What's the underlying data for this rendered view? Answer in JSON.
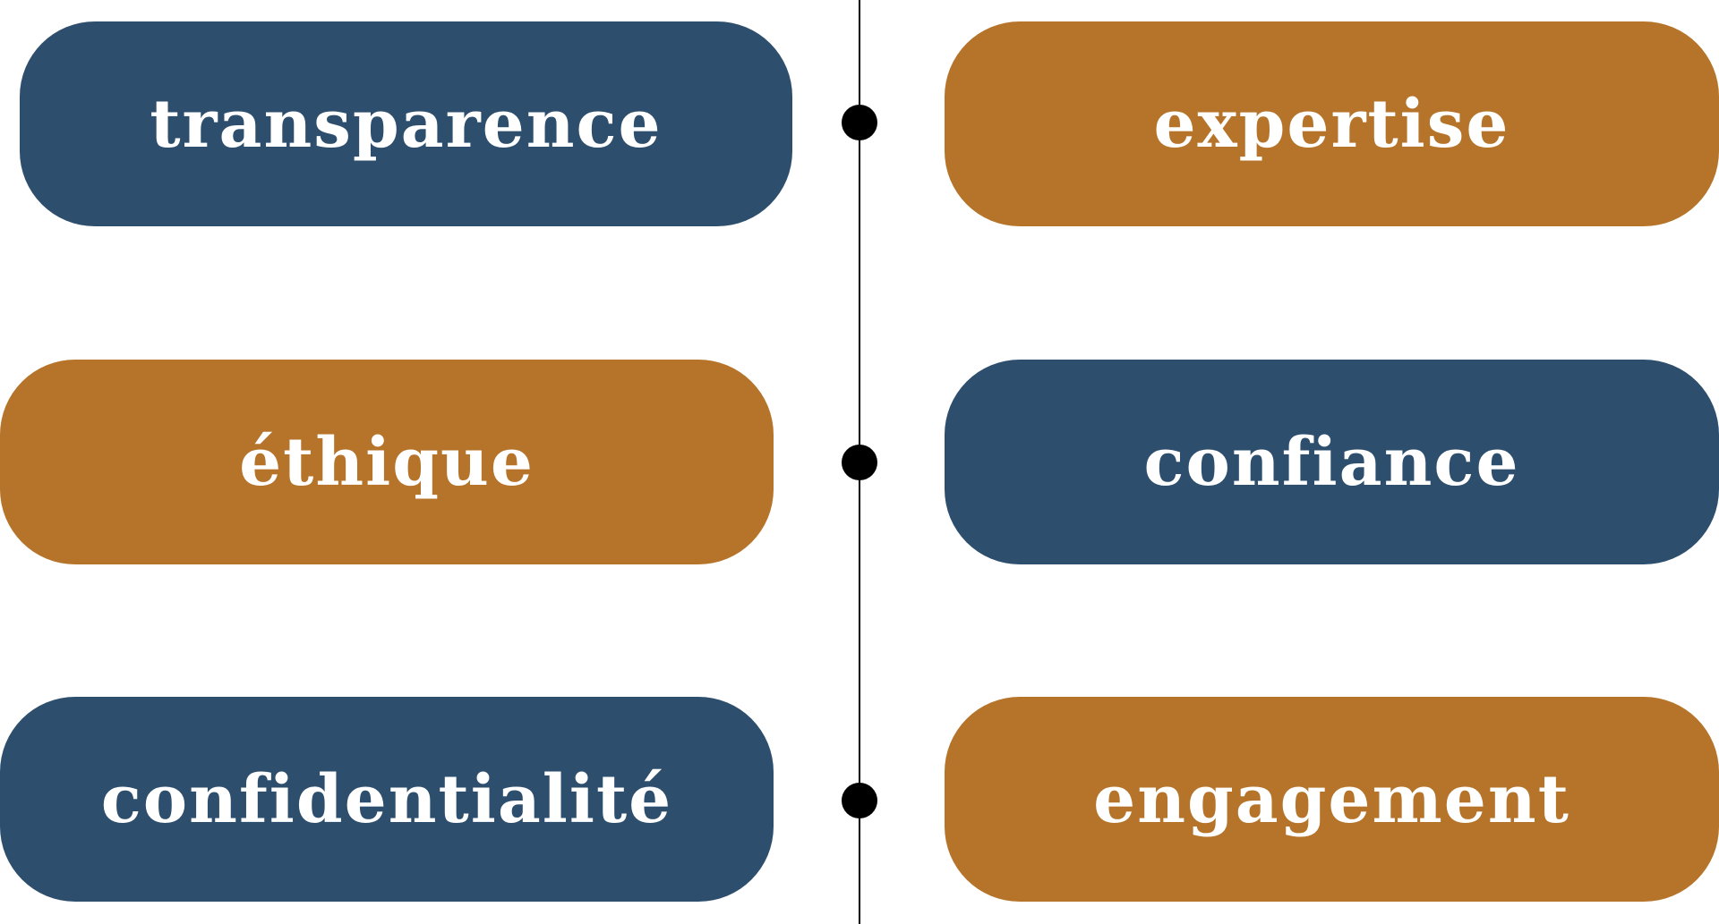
{
  "colors": {
    "blue": "#2d4f6d",
    "orange": "#b5742a"
  },
  "left": [
    {
      "label": "transparence",
      "color": "blue"
    },
    {
      "label": "éthique",
      "color": "orange"
    },
    {
      "label": "confidentialité",
      "color": "blue"
    }
  ],
  "right": [
    {
      "label": "expertise",
      "color": "orange"
    },
    {
      "label": "confiance",
      "color": "blue"
    },
    {
      "label": "engagement",
      "color": "orange"
    }
  ]
}
